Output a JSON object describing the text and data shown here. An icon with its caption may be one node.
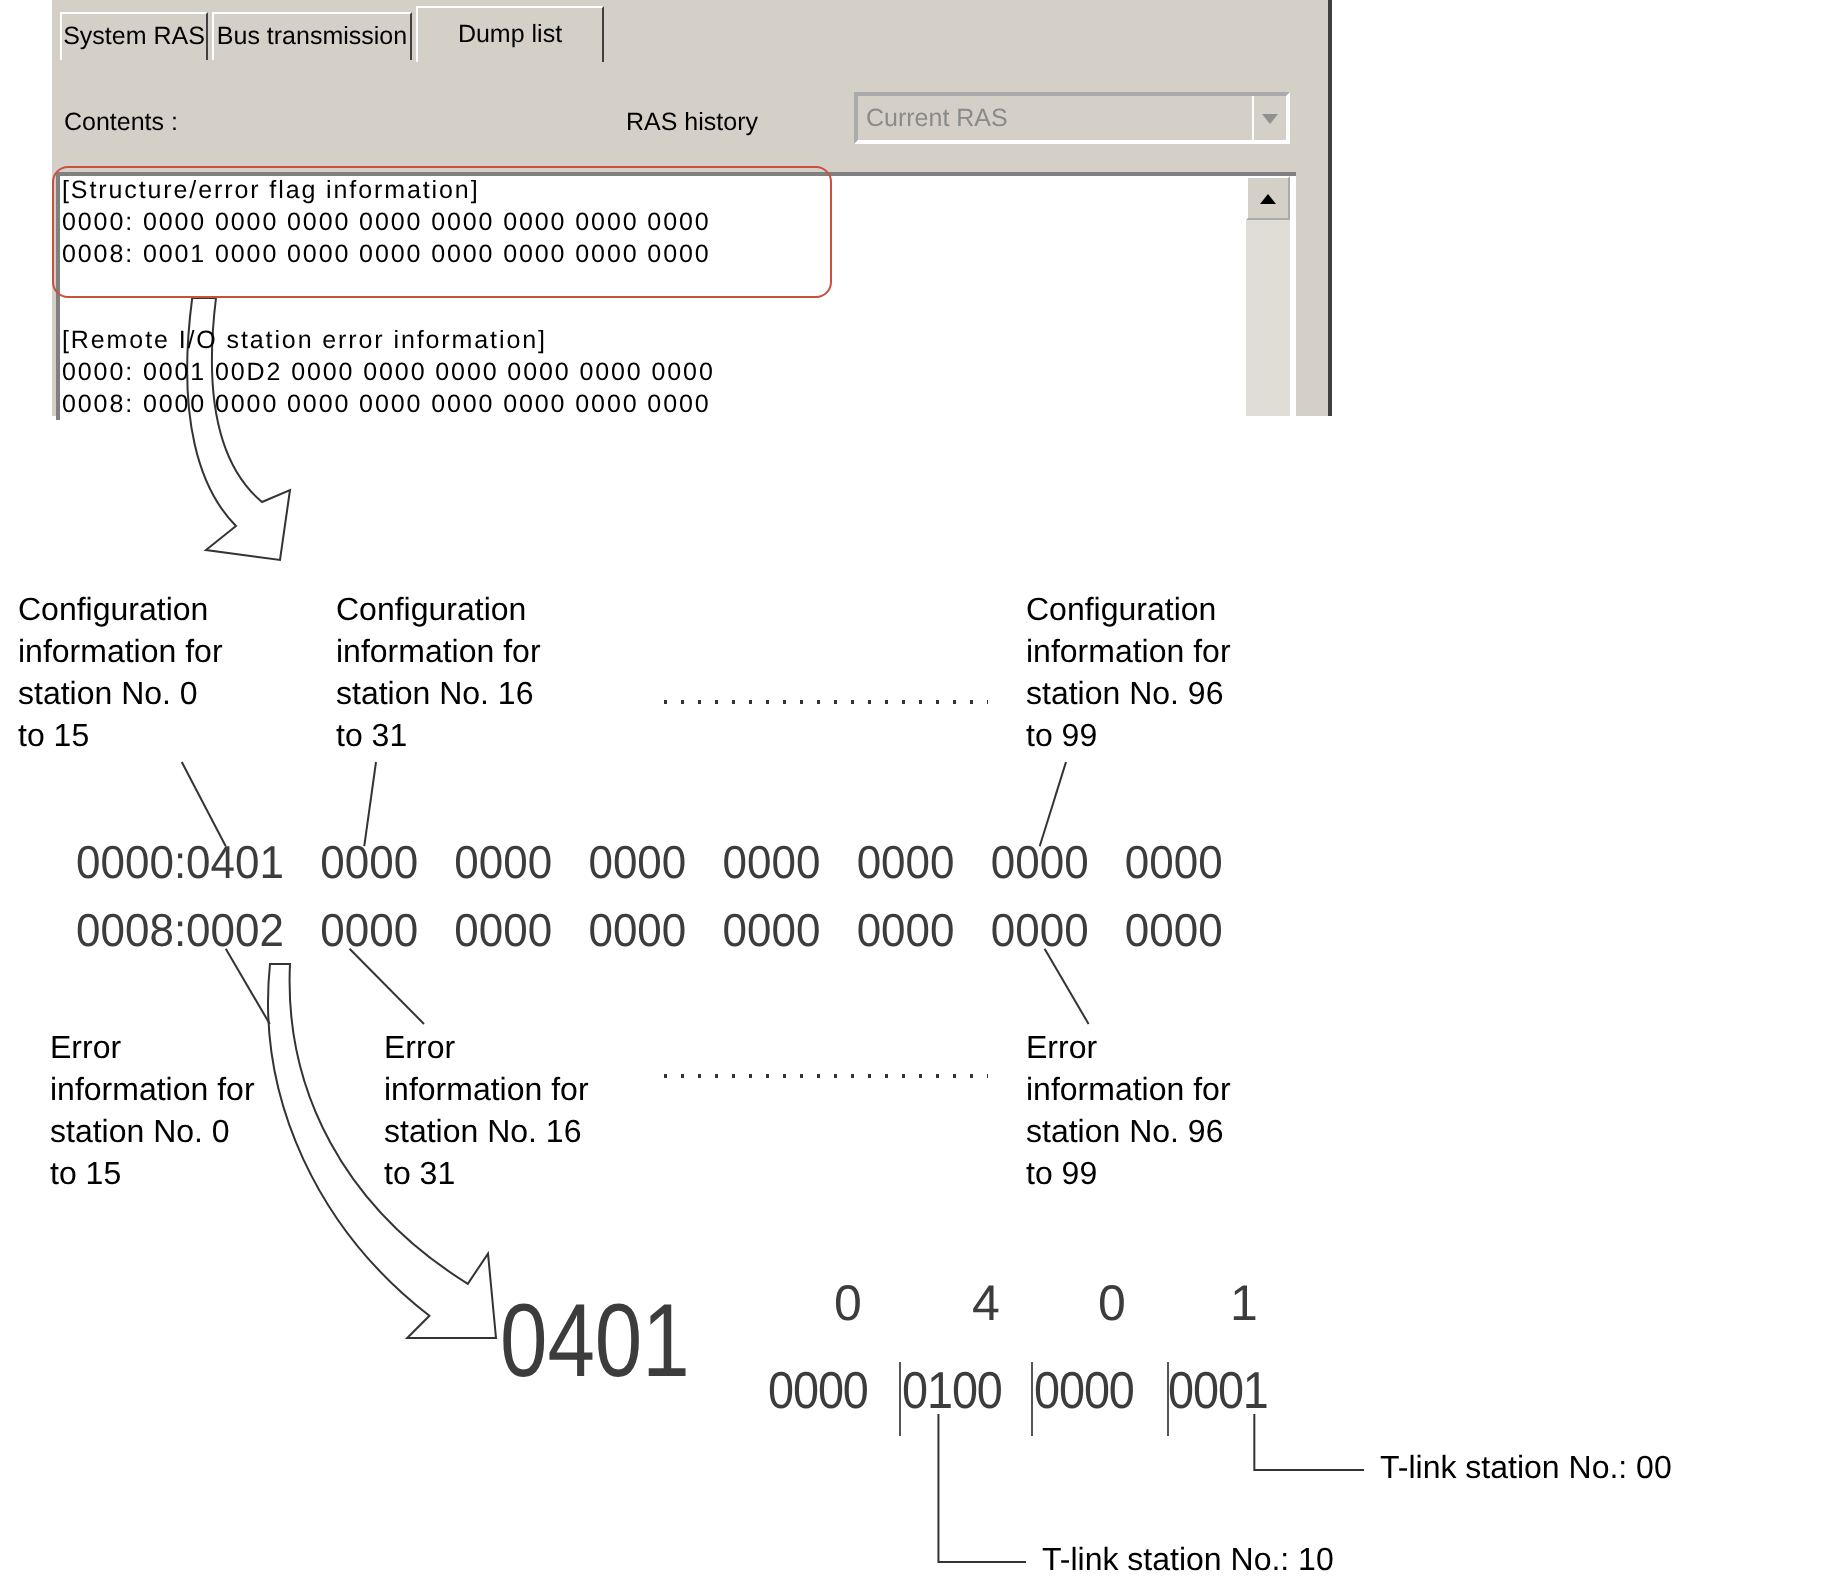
{
  "diagram": {
    "nodes": [
      {
        "text": [
          "[Structure/error flag information]",
          "0000: 0000 0000 0000 0000 0000 0000 0000 0000",
          "0008: 0001 0000 0000 0000 0000 0000 0000 0000"
        ]
      },
      {
        "text": [
          "0000:0401 0000 0000 0000 0000 0000 0000 0000",
          "0008:0002 0000 0000 0000 0000 0000 0000 0000"
        ]
      },
      {
        "text": [
          "0401"
        ]
      },
      {
        "text": [
          "0",
          "4",
          "0",
          "1",
          "0000",
          "0100",
          "0000",
          "0001"
        ]
      },
      {
        "text": [
          "Configuration information for station No. 0 to 15"
        ]
      },
      {
        "text": [
          "Configuration information for station No. 16 to 31"
        ]
      },
      {
        "text": [
          "Configuration information for station No. 96 to 99"
        ]
      },
      {
        "text": [
          "Error information for station No. 0 to 15"
        ]
      },
      {
        "text": [
          "Error information for station No. 16 to 31"
        ]
      },
      {
        "text": [
          "Error information for station No. 96 to 99"
        ]
      },
      {
        "text": [
          "T-link station No.: 00"
        ]
      },
      {
        "text": [
          "T-link station No.: 10"
        ]
      }
    ],
    "edges": [
      {
        "from": 0,
        "to": null,
        "arrow": "to"
      },
      {
        "from": 1,
        "to": 2,
        "arrow": "to"
      },
      {
        "from": 4,
        "to": 1,
        "arrow": "none"
      },
      {
        "from": 5,
        "to": 1,
        "arrow": "none"
      },
      {
        "from": 6,
        "to": 1,
        "arrow": "none"
      },
      {
        "from": 7,
        "to": 1,
        "arrow": "none"
      },
      {
        "from": 8,
        "to": 1,
        "arrow": "none"
      },
      {
        "from": 9,
        "to": 1,
        "arrow": "none"
      },
      {
        "from": 10,
        "to": 3,
        "arrow": "none"
      },
      {
        "from": 11,
        "to": 3,
        "arrow": "none"
      }
    ],
    "labels": [
      "System RAS",
      "Bus transmission",
      "Dump list",
      "Contents :",
      "RAS history",
      "Current RAS",
      "[Remote I/O station error information]",
      "0000: 0001 00D2 0000 0000 0000 0000 0000 0000",
      "0008: 0000 0000 0000 0000 0000 0000 0000 0000"
    ]
  }
}
